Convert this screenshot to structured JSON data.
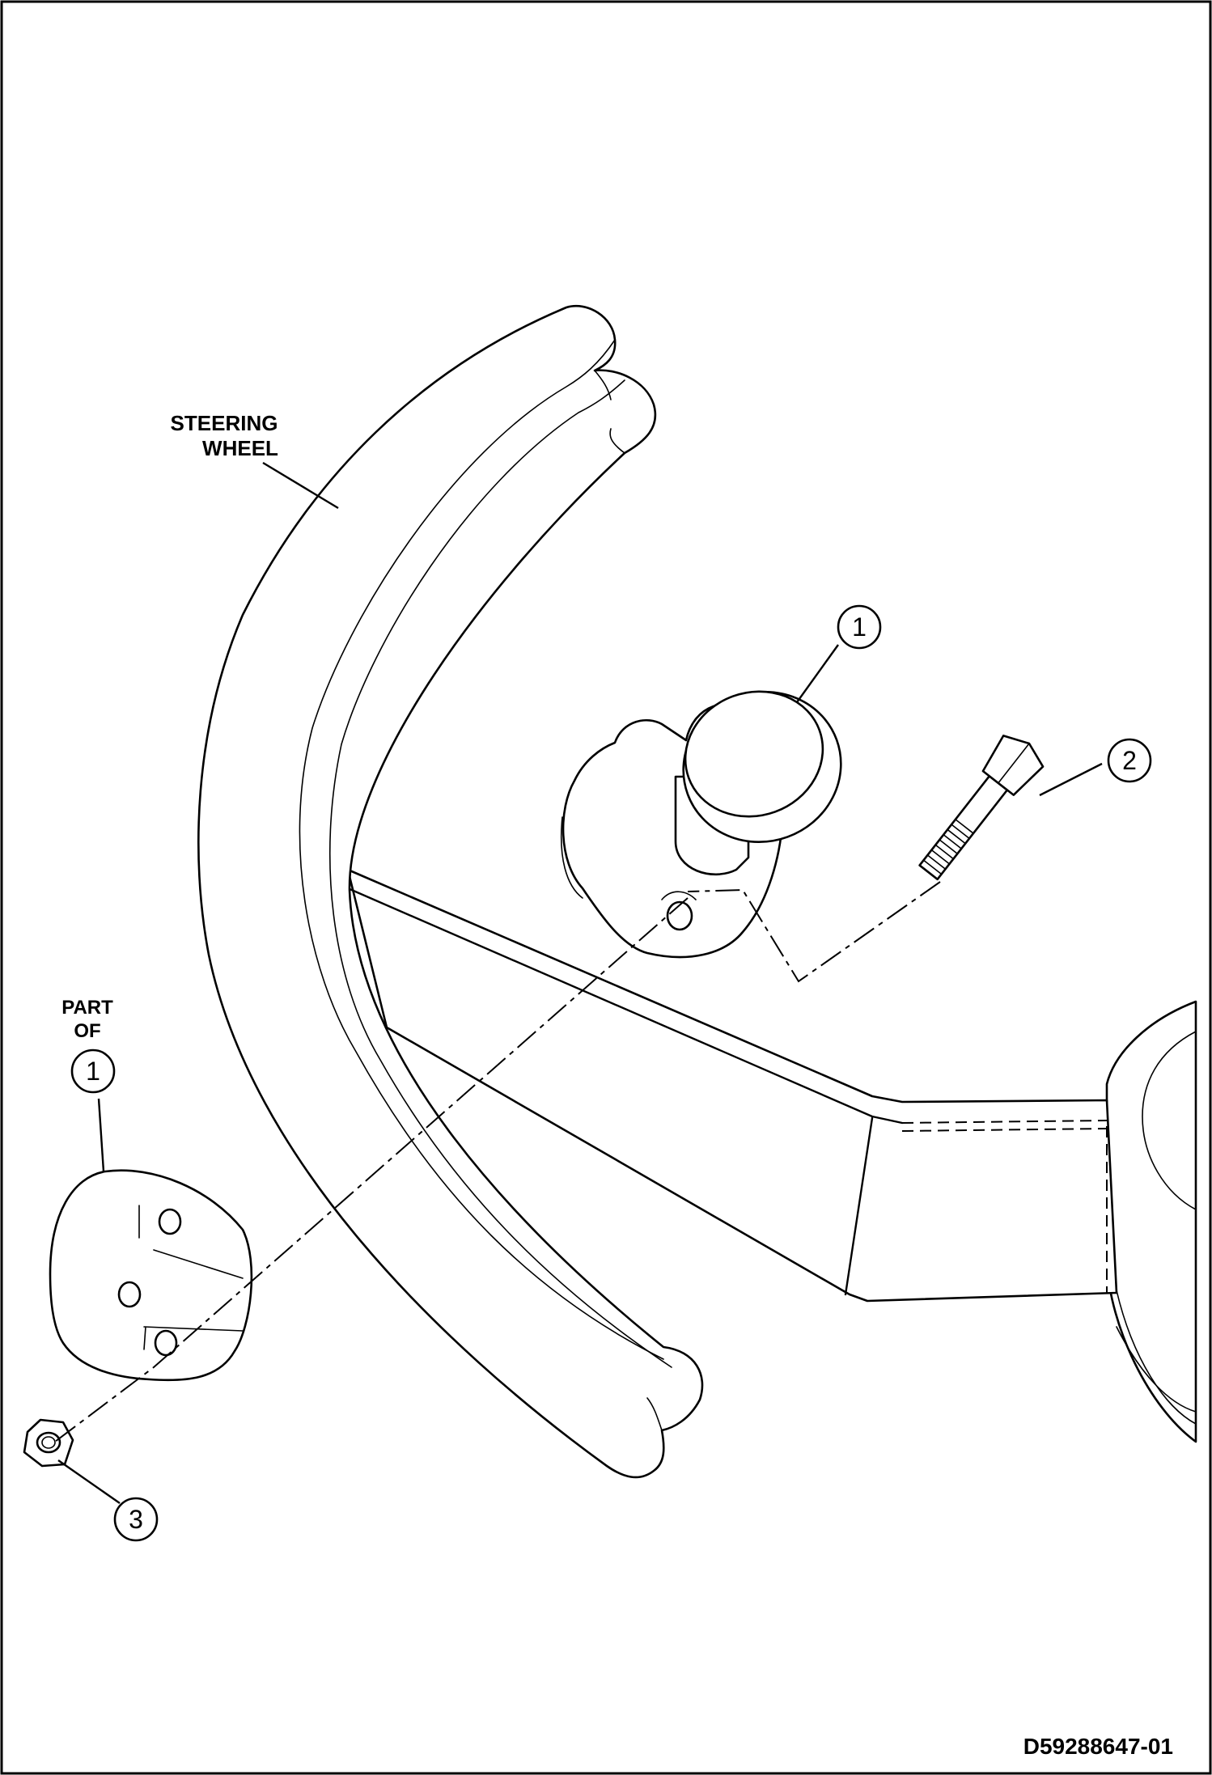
{
  "labels": {
    "steering_wheel_line1": "STEERING",
    "steering_wheel_line2": "WHEEL",
    "part_of_line1": "PART",
    "part_of_line2": "OF",
    "drawing_number": "D59288647-01"
  },
  "callouts": {
    "knob": "1",
    "bolt": "2",
    "nut": "3",
    "clamp_plate": "1"
  }
}
